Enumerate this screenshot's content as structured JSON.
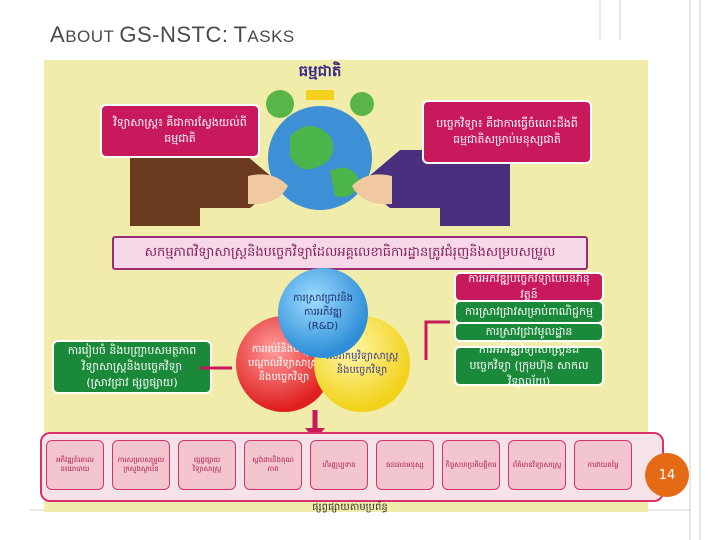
{
  "title": {
    "prefix_big": "A",
    "prefix_small": "BOUT",
    "main": "GS-NSTC:",
    "tail_big": "T",
    "tail_small": "ASKS"
  },
  "diagram": {
    "top_label": "ធម្មជាតិ",
    "left_box": "វិទ្យាសាស្ត្រ៖ គឺជាការស្វែងយល់ពីធម្មជាតិ",
    "right_box": "បច្ចេកវិទ្យា៖ គឺជាការធ្វើចំណេះដឹងពីធម្មជាតិសម្រាប់មនុស្សជាតិ",
    "banner": "សកម្មភាពវិទ្យាសាស្ត្រនិងបច្ចេកវិទ្យាដែលអគ្គលេខាធិការដ្ឋានត្រូវជំរុញនិងសម្របសម្រួល",
    "right_red_1": "ការអភិវឌ្ឍបច្ចេកវិទ្យាបែបនវានុវត្តន៍",
    "right_green_1": "ការស្រាវជ្រាវសម្រាប់ពាណិជ្ជកម្ម",
    "right_green_2": "ការស្រាវជ្រាវមូលដ្ឋាន",
    "right_green_3": "ការអភិវឌ្ឍវិទ្យាសាស្ត្រនិងបច្ចេកវិទ្យា (ក្រុមហ៊ុន សាកលវិទ្យាល័យ)",
    "left_green": "ការរៀបចំ និងបញ្ជ្រាបសមត្ថភាពវិទ្យាសាស្ត្រនិងបច្ចេកវិទ្យា (ស្រាវជ្រាវ ផ្សព្វផ្សាយ)",
    "circle_blue": "ការស្រាវជ្រាវនិងការអភិវឌ្ឍ (R&D)",
    "circle_red": "ការអប់រំនិងបណ្តុះបណ្តាលវិទ្យាសាស្ត្រនិងបច្ចេកវិទ្យា",
    "circle_yellow": "សេវាកម្មវិទ្យាសាស្ត្រនិងបច្ចេកវិទ្យា",
    "bottom_cells": [
      "អភិវឌ្ឍន៍គោលនយោបាយ",
      "ការសម្របសម្រួលក្រសួងស្ថាប័ន",
      "ផ្សព្វផ្សាយវិទ្យាសាស្ត្រ",
      "ស្តង់ដារនិងគុណភាព",
      "ហិរញ្ញប្បទាន",
      "ធនធានមនុស្ស",
      "កិច្ចសហប្រតិបត្តិការ",
      "ព័ត៌មានវិទ្យាសាស្ត្រ",
      "ការវាយតម្លៃ"
    ],
    "bottom_caption": "ផ្សព្វផ្សាយតាមប្រព័ន្ធ"
  },
  "page_number": "14",
  "colors": {
    "panel_bg": "#f1eca9",
    "red_box": "#c8195d",
    "green_box": "#1a8a3a",
    "page_badge": "#e46a16"
  }
}
